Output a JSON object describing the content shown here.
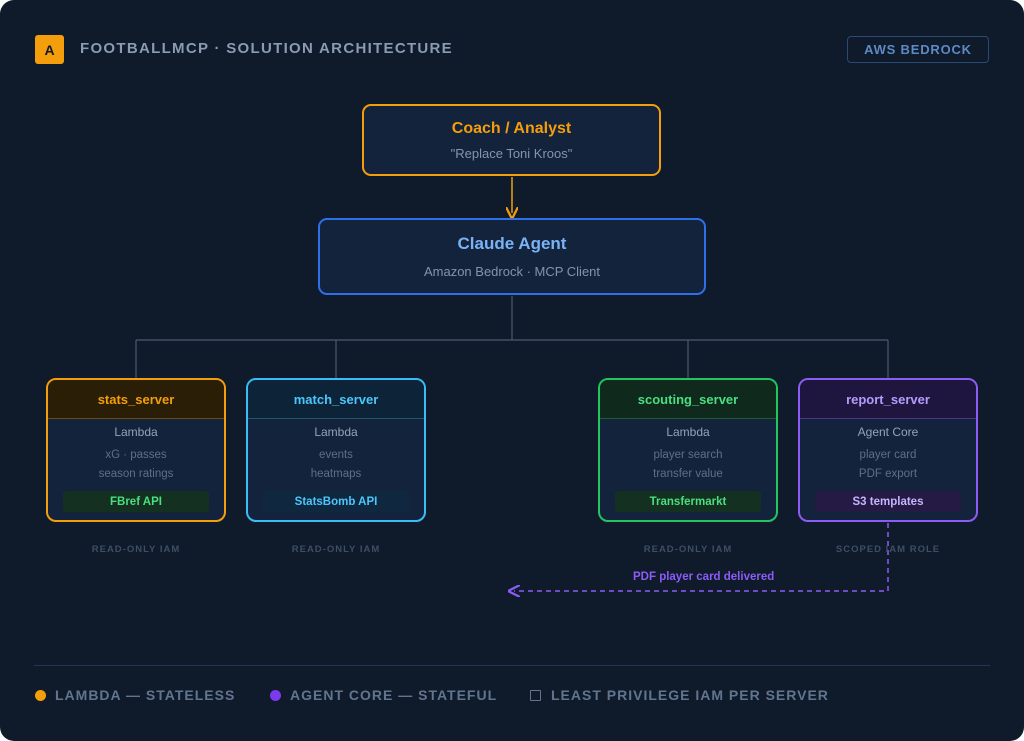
{
  "header": {
    "logo_letter": "A",
    "title": "FOOTBALLMCP · SOLUTION ARCHITECTURE",
    "badge": "AWS BEDROCK"
  },
  "nodes": {
    "coach": {
      "title": "Coach / Analyst",
      "subtitle": "\"Replace Toni Kroos\""
    },
    "agent": {
      "title": "Claude Agent",
      "subtitle": "Amazon Bedrock · MCP Client"
    }
  },
  "servers": [
    {
      "name": "stats_server",
      "runtime": "Lambda",
      "features": [
        "xG · passes",
        "season ratings"
      ],
      "source": "FBref API",
      "iam": "READ-ONLY IAM",
      "color": "#f59e0b"
    },
    {
      "name": "match_server",
      "runtime": "Lambda",
      "features": [
        "events",
        "heatmaps"
      ],
      "source": "StatsBomb API",
      "iam": "READ-ONLY IAM",
      "color": "#38bdf8"
    },
    {
      "name": "scouting_server",
      "runtime": "Lambda",
      "features": [
        "player search",
        "transfer value"
      ],
      "source": "Transfermarkt",
      "iam": "READ-ONLY IAM",
      "color": "#4ade80"
    },
    {
      "name": "report_server",
      "runtime": "Agent Core",
      "features": [
        "player card",
        "PDF export"
      ],
      "source": "S3 templates",
      "iam": "SCOPED IAM ROLE",
      "color": "#a78bfa"
    }
  ],
  "delivery_label": "PDF player card delivered",
  "legend": [
    {
      "label": "LAMBDA — STATELESS",
      "color": "#f59e0b"
    },
    {
      "label": "AGENT CORE — STATEFUL",
      "color": "#7c3aed"
    },
    {
      "label": "LEAST PRIVILEGE IAM PER SERVER"
    }
  ],
  "colors": {
    "background": "#0f1a2b",
    "accent_orange": "#f59e0b",
    "accent_blue": "#2f6fea",
    "accent_cyan": "#38bdf8",
    "accent_green": "#22c55e",
    "accent_purple": "#8b5cf6"
  }
}
